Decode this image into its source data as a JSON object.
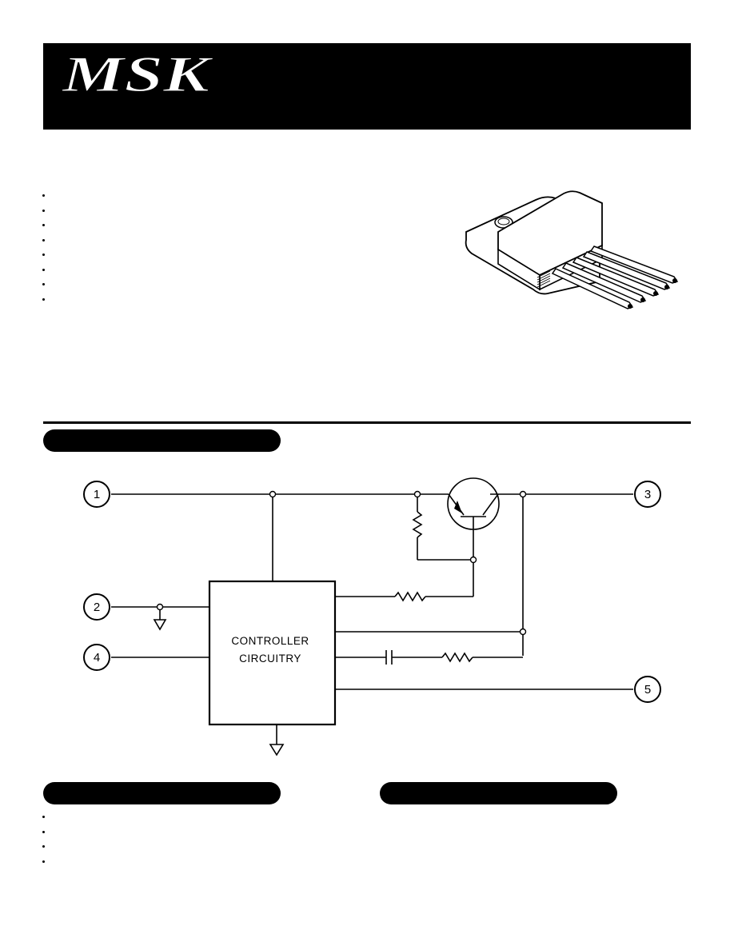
{
  "header": {
    "logo_text": "MSK"
  },
  "features": {
    "bullet_count": 8
  },
  "schematic": {
    "pins": {
      "p1": "1",
      "p2": "2",
      "p3": "3",
      "p4": "4",
      "p5": "5"
    },
    "controller": {
      "line1": "CONTROLLER",
      "line2": "CIRCUITRY"
    }
  },
  "lower_section": {
    "bullet_count": 4
  }
}
